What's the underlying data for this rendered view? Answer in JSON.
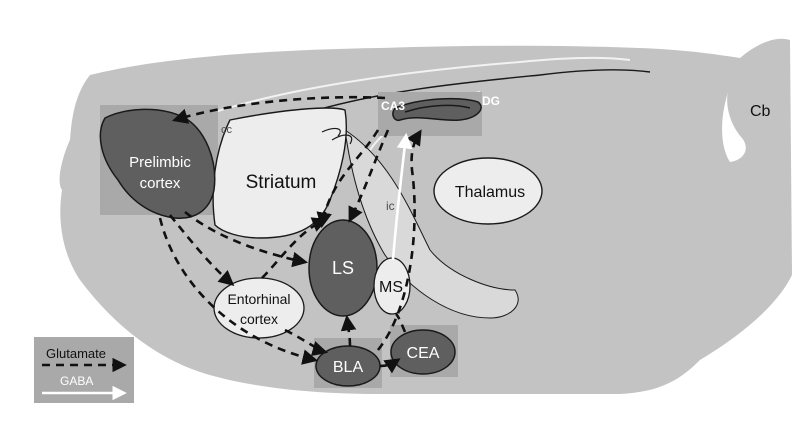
{
  "regions": {
    "prelimbic": "Prelimbic cortex",
    "prelimbic_line1": "Prelimbic",
    "prelimbic_line2": "cortex",
    "striatum": "Striatum",
    "thalamus": "Thalamus",
    "ls": "LS",
    "ms": "MS",
    "entorhinal_line1": "Entorhinal",
    "entorhinal_line2": "cortex",
    "bla": "BLA",
    "cea": "CEA",
    "ca3": "CA3",
    "dg": "DG",
    "cb": "Cb",
    "cc": "cc",
    "ic": "ic"
  },
  "legend": {
    "glutamate": "Glutamate",
    "gaba": "GABA"
  },
  "colors": {
    "brain_fill": "#c3c3c3",
    "background_region": "#a9a9a9",
    "dark_region": "#5f5f5f",
    "light_region": "#ededed",
    "tract_fill": "#d9d9d9",
    "glutamate_arrow": "#111111",
    "gaba_arrow": "#ffffff"
  }
}
